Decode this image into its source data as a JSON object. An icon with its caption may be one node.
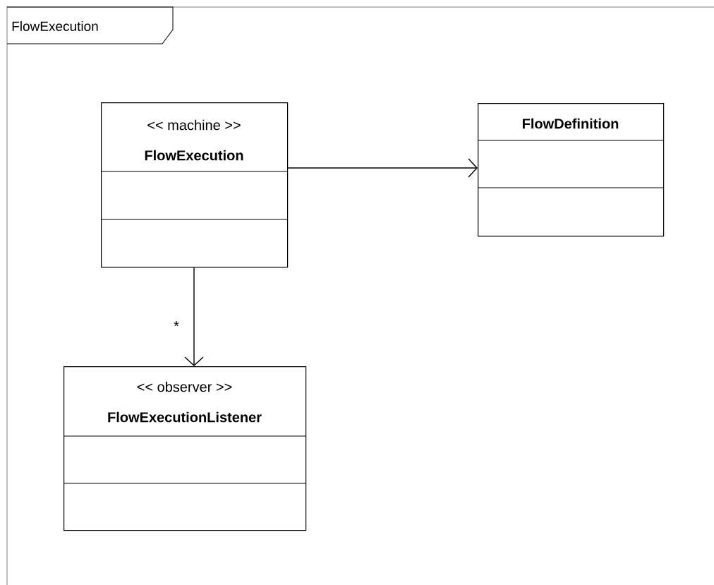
{
  "diagram": {
    "nodes": [
      {
        "text": [
          "FlowExecution"
        ]
      },
      {
        "text": [
          "<< machine >>",
          "FlowExecution"
        ],
        "in": 0
      },
      {
        "text": [
          "FlowDefinition"
        ],
        "in": 0
      },
      {
        "text": [
          "<< observer >>",
          "FlowExecutionListener"
        ],
        "in": 0
      }
    ],
    "edges": [
      {
        "from": 1,
        "to": 2,
        "arrow": "to"
      },
      {
        "from": 1,
        "to": 3,
        "arrow": "to",
        "label": "*"
      }
    ]
  }
}
